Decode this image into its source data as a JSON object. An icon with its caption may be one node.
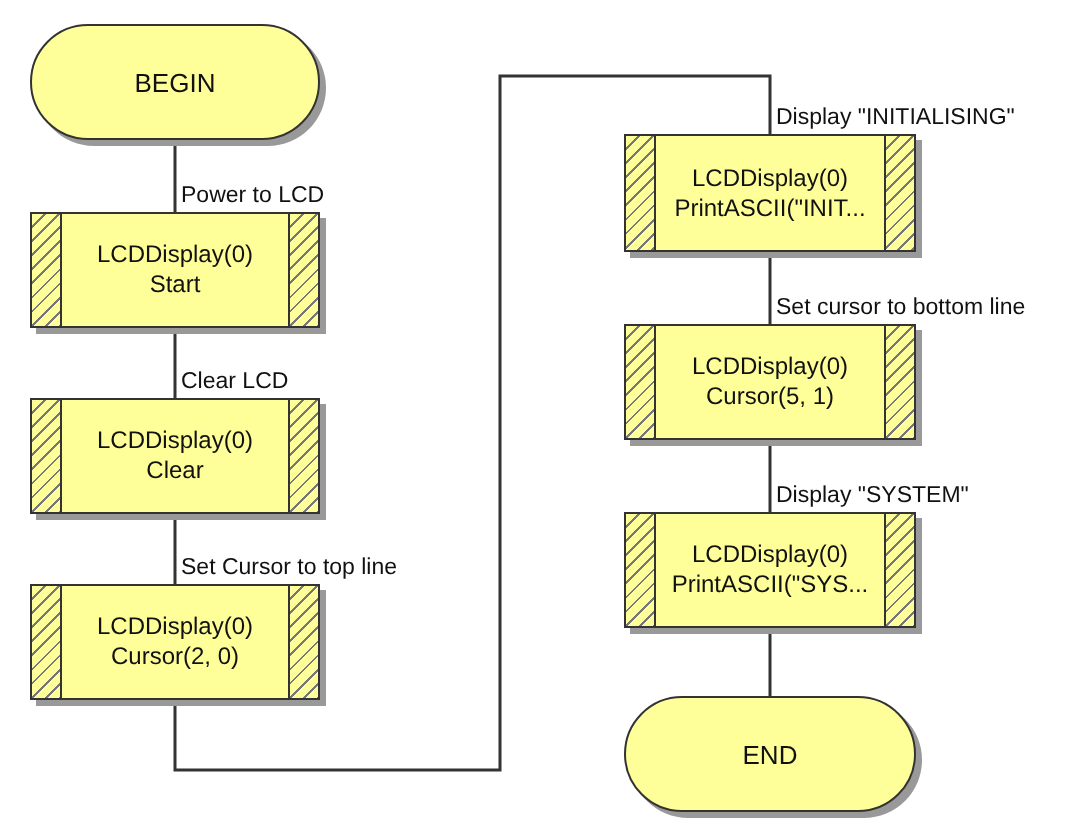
{
  "diagram": {
    "nodes": [
      {
        "text": [
          "BEGIN"
        ]
      },
      {
        "text": [
          "LCDDisplay(0) Start"
        ]
      },
      {
        "text": [
          "LCDDisplay(0) Clear"
        ]
      },
      {
        "text": [
          "LCDDisplay(0) Cursor(2, 0)"
        ]
      },
      {
        "text": [
          "LCDDisplay(0) PrintASCII(\"INIT..."
        ]
      },
      {
        "text": [
          "LCDDisplay(0) Cursor(5, 1)"
        ]
      },
      {
        "text": [
          "LCDDisplay(0) PrintASCII(\"SYS..."
        ]
      },
      {
        "text": [
          "END"
        ]
      }
    ],
    "edges": [
      {
        "from": 0,
        "to": 1,
        "arrow": "none",
        "label": "Power to LCD"
      },
      {
        "from": 1,
        "to": 2,
        "arrow": "none",
        "label": "Clear LCD"
      },
      {
        "from": 2,
        "to": 3,
        "arrow": "none",
        "label": "Set Cursor to top line"
      },
      {
        "from": 3,
        "to": 4,
        "arrow": "none",
        "label": "Display \"INITIALISING\""
      },
      {
        "from": 4,
        "to": 5,
        "arrow": "none",
        "label": "Set cursor to bottom line"
      },
      {
        "from": 5,
        "to": 6,
        "arrow": "none",
        "label": "Display \"SYSTEM\""
      },
      {
        "from": 6,
        "to": 7,
        "arrow": "none"
      }
    ]
  }
}
